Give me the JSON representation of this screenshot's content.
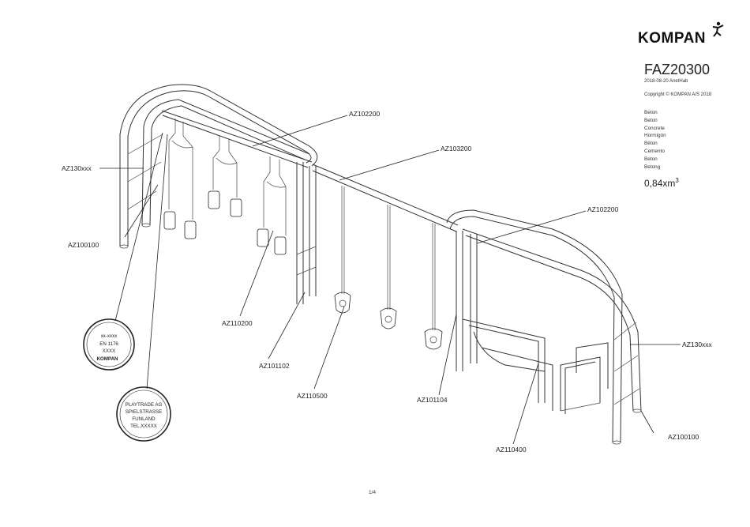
{
  "brand": {
    "name": "KOMPAN"
  },
  "header": {
    "product_code": "FAZ20300",
    "date_author": "2018-08-20 AnetHab",
    "copyright": "Copyright © KOMPAN A/S 2018"
  },
  "materials": [
    "Beton",
    "Beton",
    "Concrete",
    "Hormigón",
    "Béton",
    "Cemento",
    "Beton",
    "Betong"
  ],
  "volume": {
    "value": "0,84xm",
    "sup": "3"
  },
  "parts": {
    "az130_left": "AZ130xxx",
    "az100100_left": "AZ100100",
    "az102200_top": "AZ102200",
    "az103200": "AZ103200",
    "az102200_right": "AZ102200",
    "az130_right": "AZ130xxx",
    "az100100_right": "AZ100100",
    "az110200": "AZ110200",
    "az101102": "AZ101102",
    "az110500": "AZ110500",
    "az101104": "AZ101104",
    "az110400": "AZ110400"
  },
  "stamp_cert": {
    "line1": "xx-xxxx",
    "line2": "EN 1176",
    "line3": "XXXX",
    "logo": "KOMPAN"
  },
  "stamp_address": {
    "line1": "PLAYTRADE AG",
    "line2": "SPIELSTRASSE",
    "line3": "FUNLAND",
    "line4": "TEL.XXXXX"
  },
  "footer": {
    "page": "1/4"
  }
}
